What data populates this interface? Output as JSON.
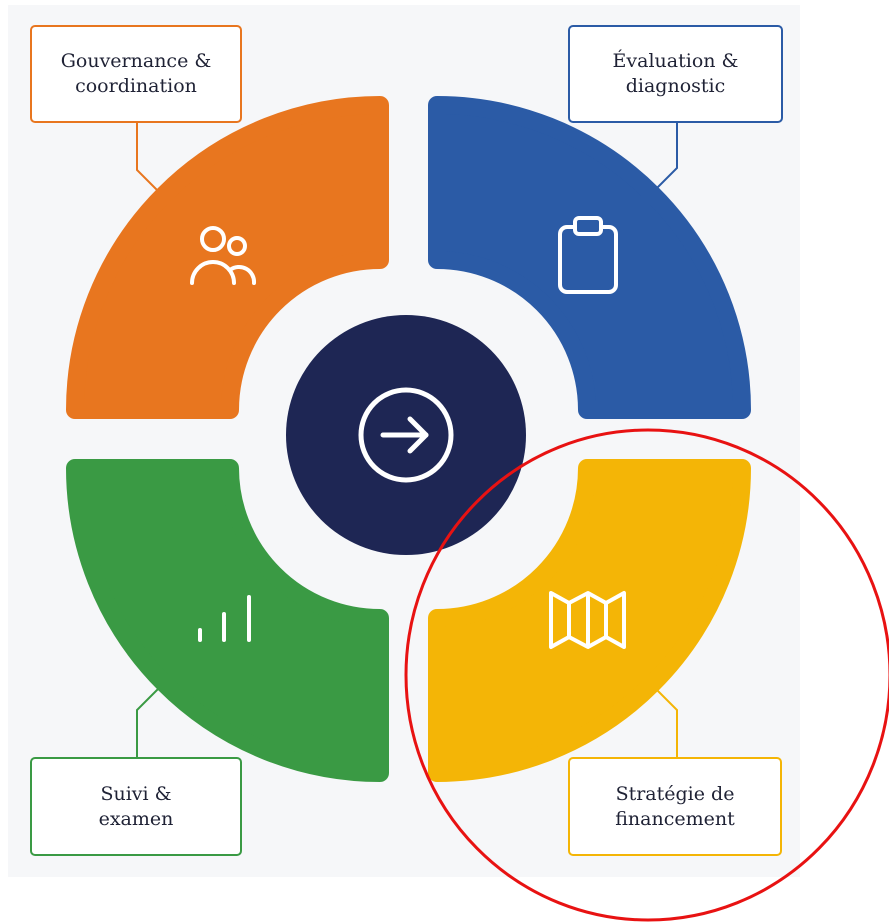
{
  "diagram": {
    "center": {
      "icon": "arrow-right-circle-icon",
      "color": "#1e2654"
    },
    "segments": [
      {
        "id": "gouvernance",
        "lines": [
          "Gouvernance &",
          "coordination"
        ],
        "color": "#e8761f",
        "icon": "users-icon"
      },
      {
        "id": "evaluation",
        "lines": [
          "Évaluation &",
          "diagnostic"
        ],
        "color": "#2b5ba6",
        "icon": "clipboard-icon"
      },
      {
        "id": "suivi",
        "lines": [
          "Suivi &",
          "examen"
        ],
        "color": "#3a9a44",
        "icon": "bar-chart-icon"
      },
      {
        "id": "strategie",
        "lines": [
          "Stratégie de",
          "financement"
        ],
        "color": "#f4b506",
        "icon": "map-icon"
      }
    ],
    "annotation": {
      "type": "circle",
      "color": "#e81212"
    }
  }
}
